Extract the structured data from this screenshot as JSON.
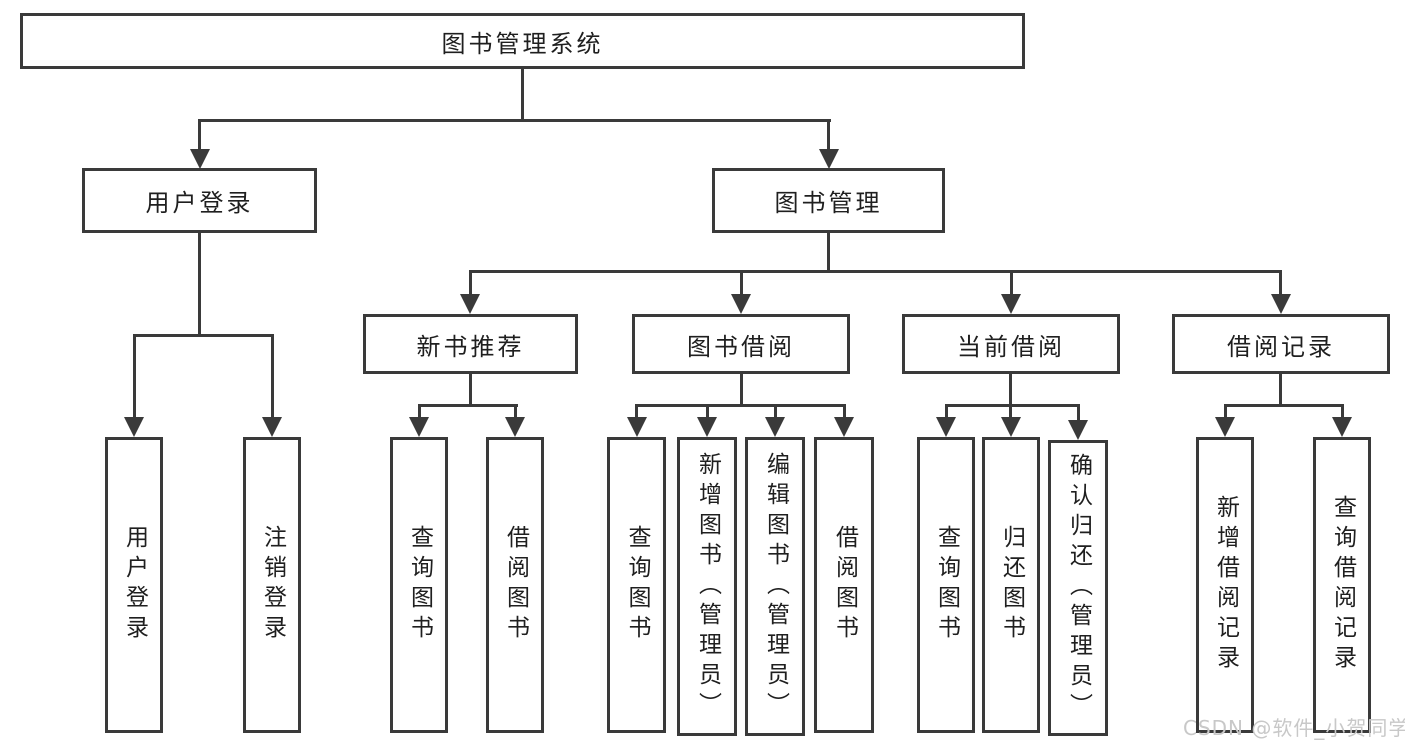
{
  "tree": {
    "root": "图书管理系统",
    "user_login": {
      "label": "用户登录",
      "children": [
        "用户登录",
        "注销登录"
      ]
    },
    "book_mgmt": {
      "label": "图书管理",
      "sections": [
        {
          "label": "新书推荐",
          "children": [
            "查询图书",
            "借阅图书"
          ]
        },
        {
          "label": "图书借阅",
          "children": [
            "查询图书",
            "新增图书（管理员）",
            "编辑图书（管理员）",
            "借阅图书"
          ]
        },
        {
          "label": "当前借阅",
          "children": [
            "查询图书",
            "归还图书",
            "确认归还（管理员）"
          ]
        },
        {
          "label": "借阅记录",
          "children": [
            "新增借阅记录",
            "查询借阅记录"
          ]
        }
      ]
    }
  },
  "watermark": "CSDN @软件_小贺同学",
  "colors": {
    "line": "#3a3a3a",
    "text": "#1f1f1f",
    "box_fill": "#ffffff",
    "watermark": "#c8c8c8"
  }
}
